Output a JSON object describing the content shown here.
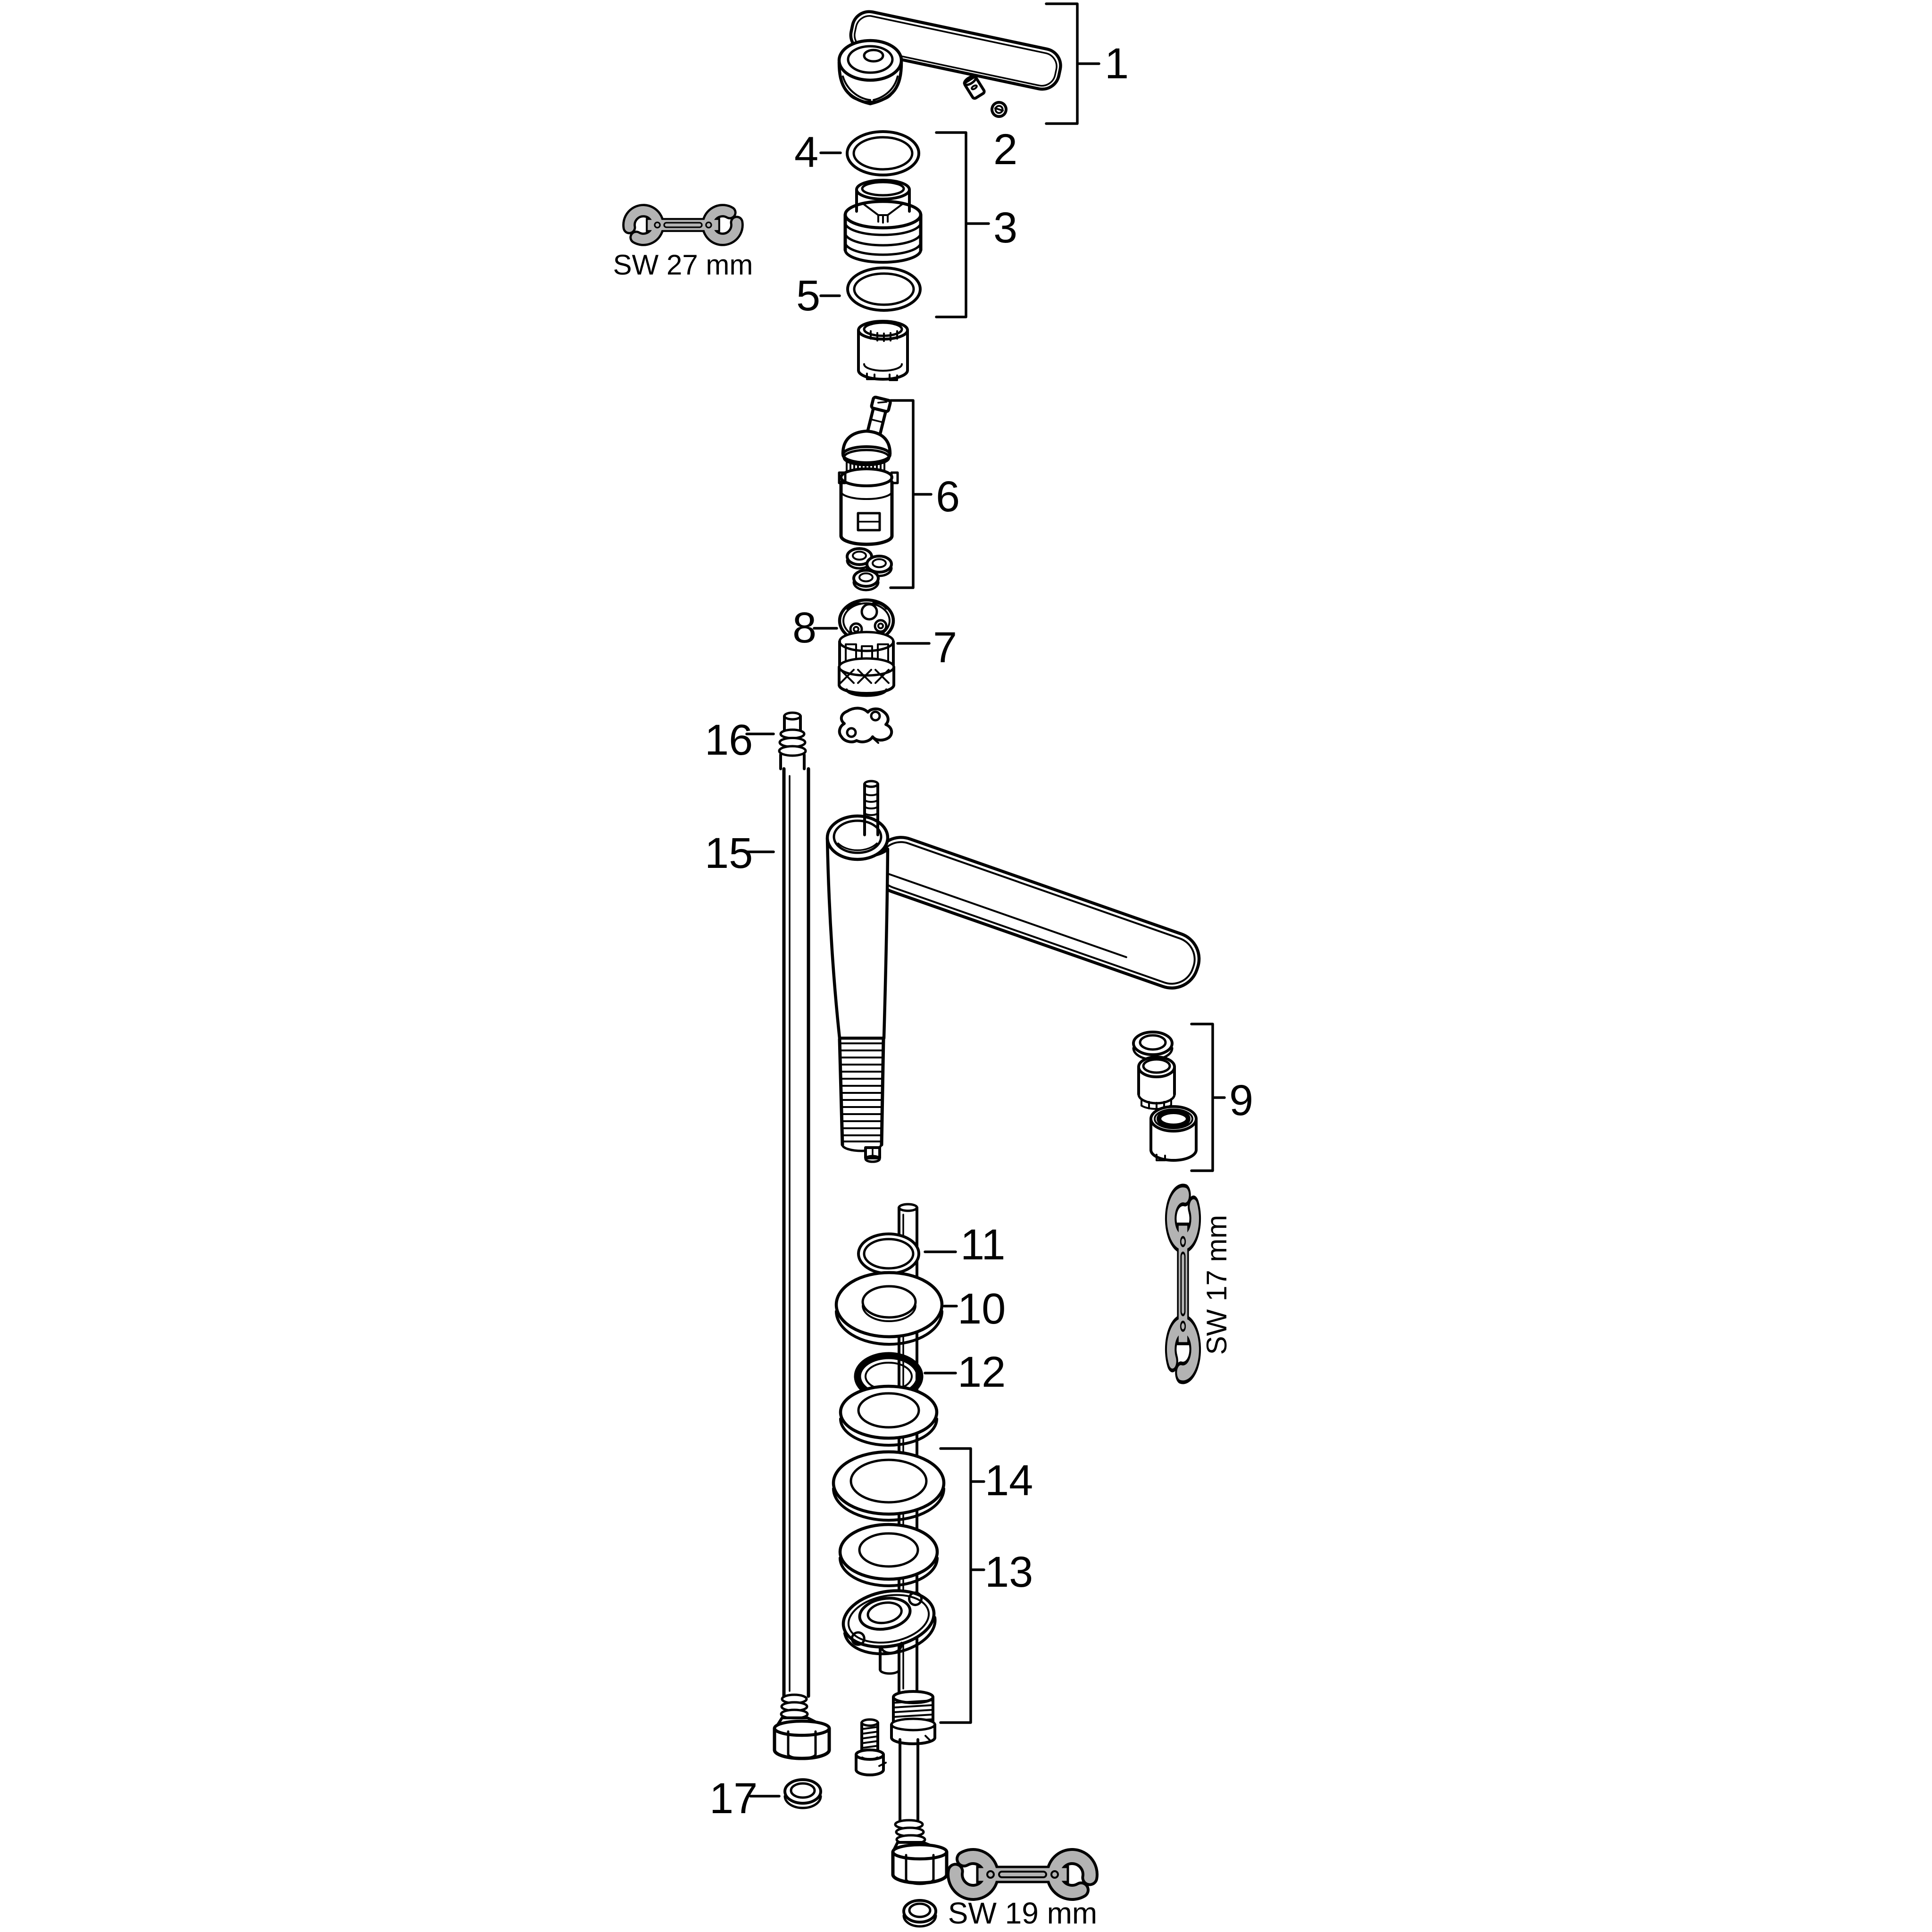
{
  "figure": {
    "type": "exploded-parts-diagram",
    "subject": "single-lever basin mixer faucet spare parts",
    "background": "#ffffff",
    "line_color": "#000000",
    "tool_fill": "#b3b3b3"
  },
  "callouts": {
    "c1": "1",
    "c2": "2",
    "c3": "3",
    "c4": "4",
    "c5": "5",
    "c6": "6",
    "c7": "7",
    "c8": "8",
    "c9": "9",
    "c10": "10",
    "c11": "11",
    "c12": "12",
    "c13": "13",
    "c14": "14",
    "c15": "15",
    "c16": "16",
    "c17": "17"
  },
  "tools": {
    "sw27": "SW 27 mm",
    "sw17": "SW 17 mm",
    "sw19": "SW 19 mm"
  }
}
